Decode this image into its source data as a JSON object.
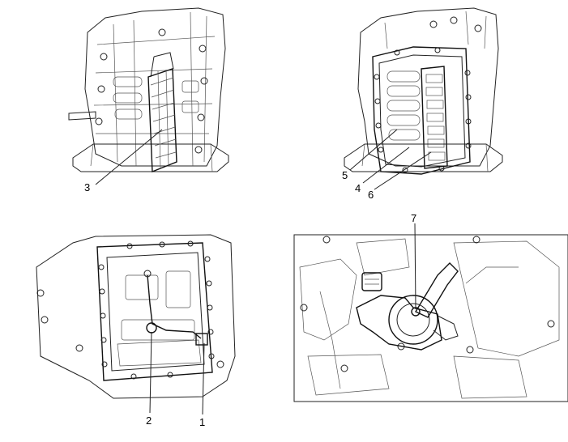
{
  "panels": [
    {
      "id": "top-left",
      "callouts": [
        "3"
      ]
    },
    {
      "id": "top-right",
      "callouts": [
        "5",
        "4",
        "6"
      ]
    },
    {
      "id": "bottom-left",
      "callouts": [
        "2",
        "1"
      ]
    },
    {
      "id": "bottom-right",
      "callouts": [
        "7"
      ]
    }
  ],
  "labels": {
    "c1": "1",
    "c2": "2",
    "c3": "3",
    "c4": "4",
    "c5": "5",
    "c6": "6",
    "c7": "7"
  }
}
